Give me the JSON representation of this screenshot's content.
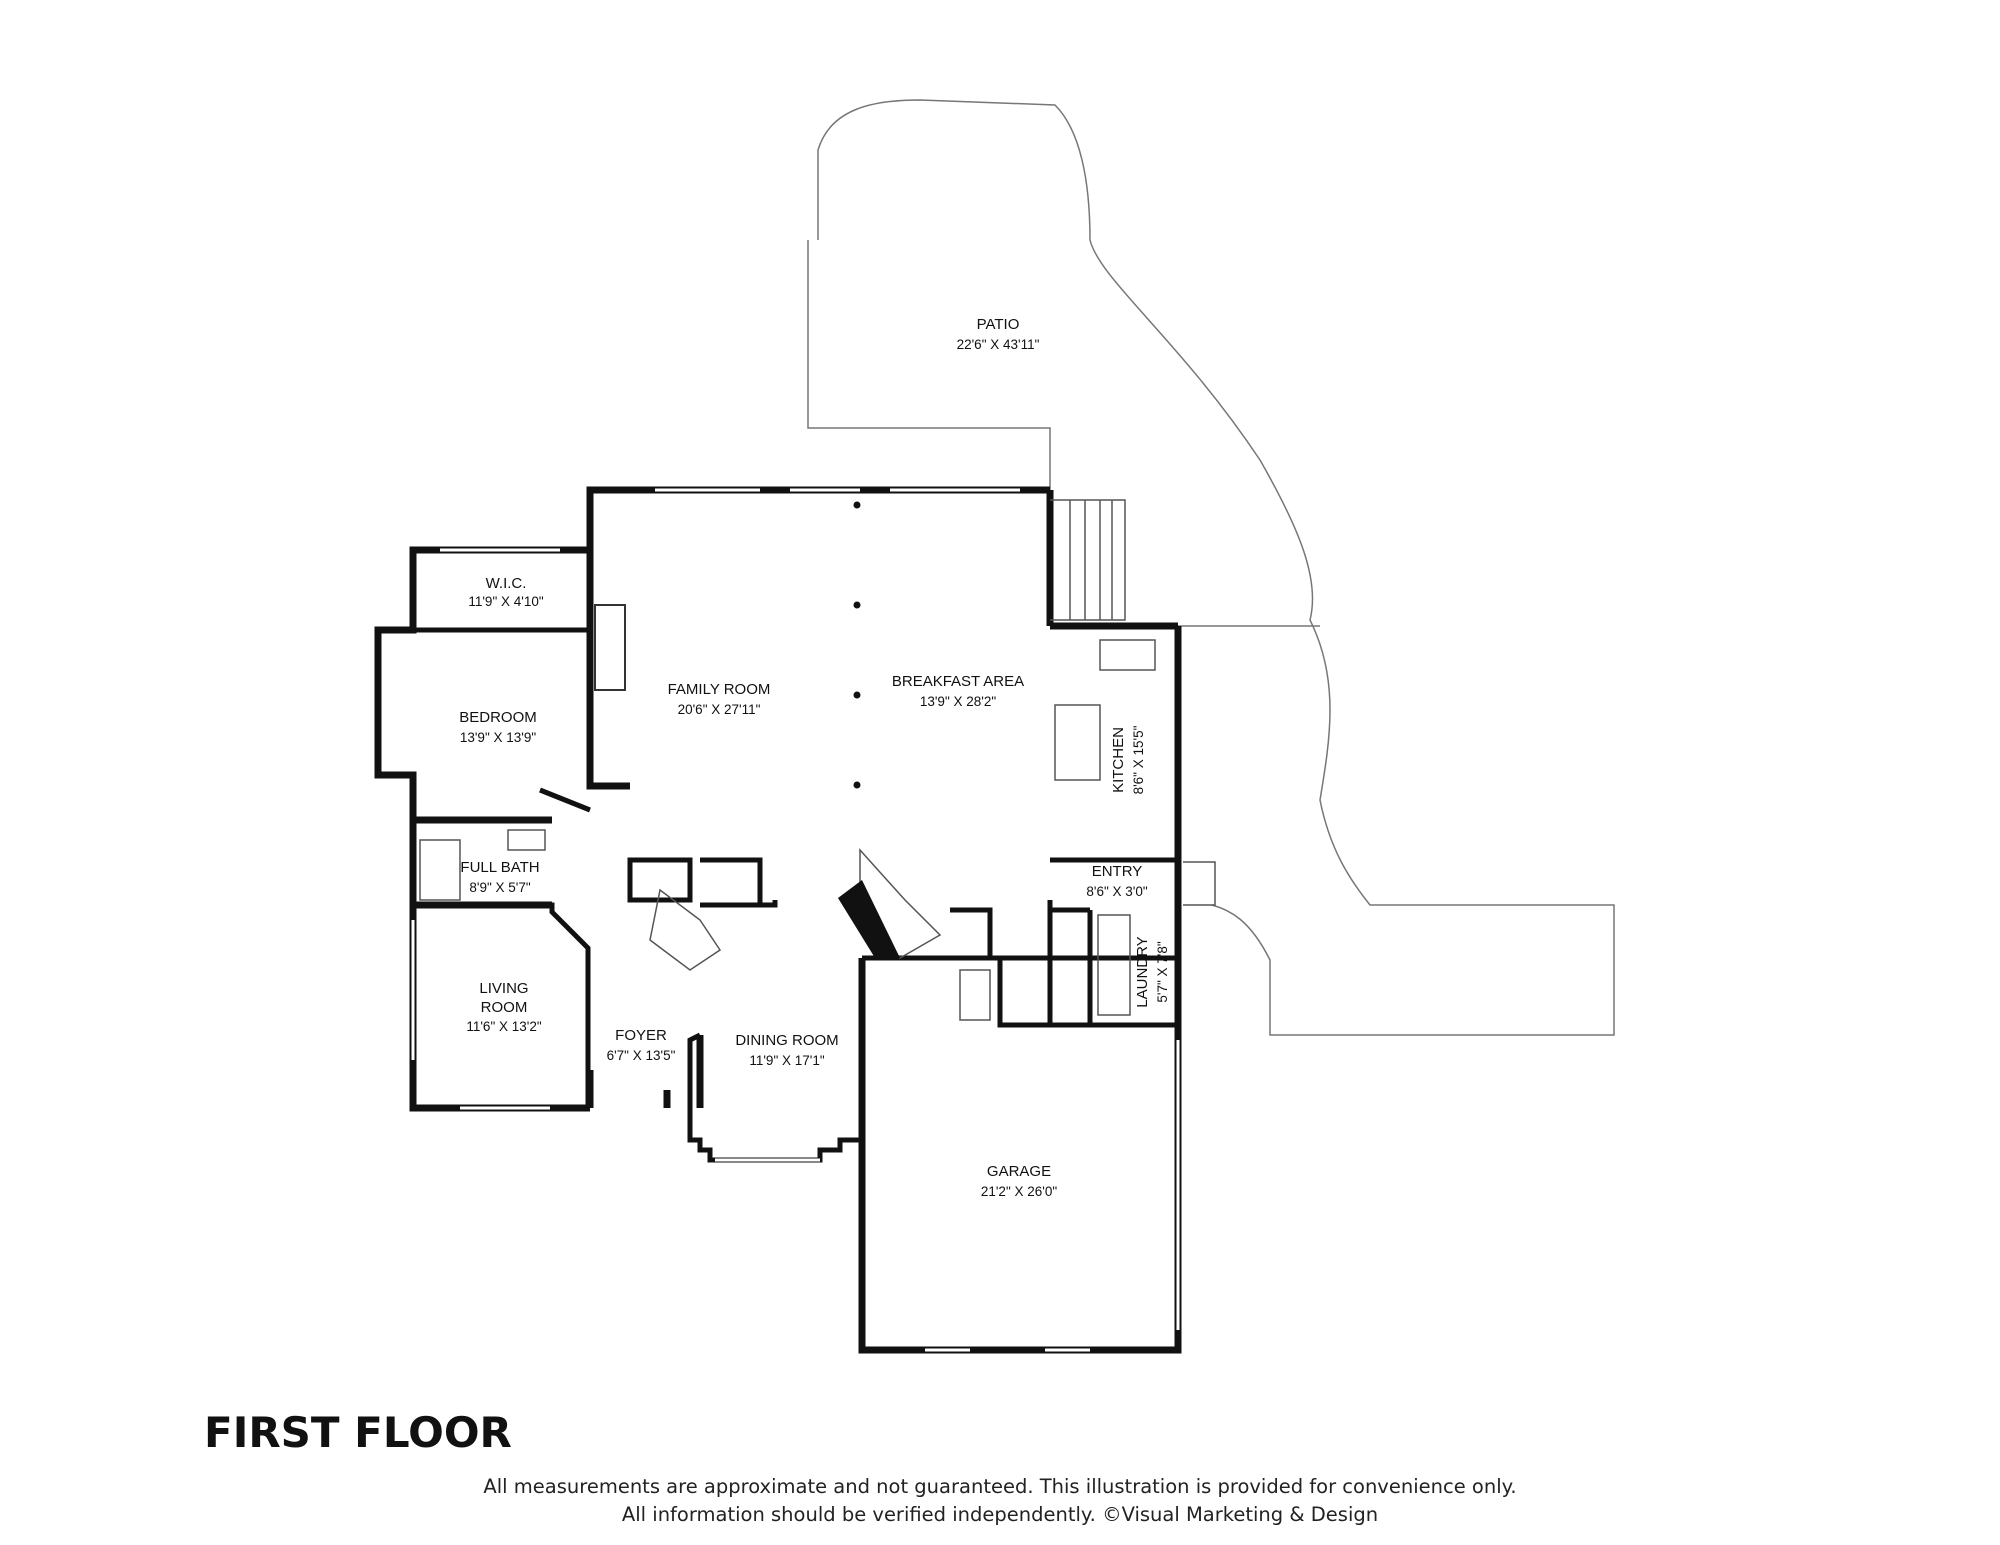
{
  "floor_title": "FIRST FLOOR",
  "disclaimer": {
    "line1": "All measurements are approximate and not guaranteed. This illustration is provided for convenience only.",
    "line2": "All information should be verified independently. ©Visual Marketing & Design"
  },
  "rooms": {
    "patio": {
      "name": "PATIO",
      "dims": "22'6\" X 43'11\""
    },
    "wic": {
      "name": "W.I.C.",
      "dims": "11'9\" X 4'10\""
    },
    "family_room": {
      "name": "FAMILY ROOM",
      "dims": "20'6\" X 27'11\""
    },
    "breakfast_area": {
      "name": "BREAKFAST AREA",
      "dims": "13'9\" X 28'2\""
    },
    "bedroom": {
      "name": "BEDROOM",
      "dims": "13'9\" X 13'9\""
    },
    "kitchen": {
      "name": "KITCHEN",
      "dims": "8'6\" X 15'5\""
    },
    "full_bath": {
      "name": "FULL BATH",
      "dims": "8'9\" X 5'7\""
    },
    "entry": {
      "name": "ENTRY",
      "dims": "8'6\" X 3'0\""
    },
    "laundry": {
      "name": "LAUNDRY",
      "dims": "5'7\" X 7'8\""
    },
    "living_room": {
      "name_line1": "LIVING",
      "name_line2": "ROOM",
      "dims": "11'6\" X 13'2\""
    },
    "foyer": {
      "name": "FOYER",
      "dims": "6'7\" X 13'5\""
    },
    "dining_room": {
      "name": "DINING ROOM",
      "dims": "11'9\" X 17'1\""
    },
    "garage": {
      "name": "GARAGE",
      "dims": "21'2\" X 26'0\""
    }
  }
}
